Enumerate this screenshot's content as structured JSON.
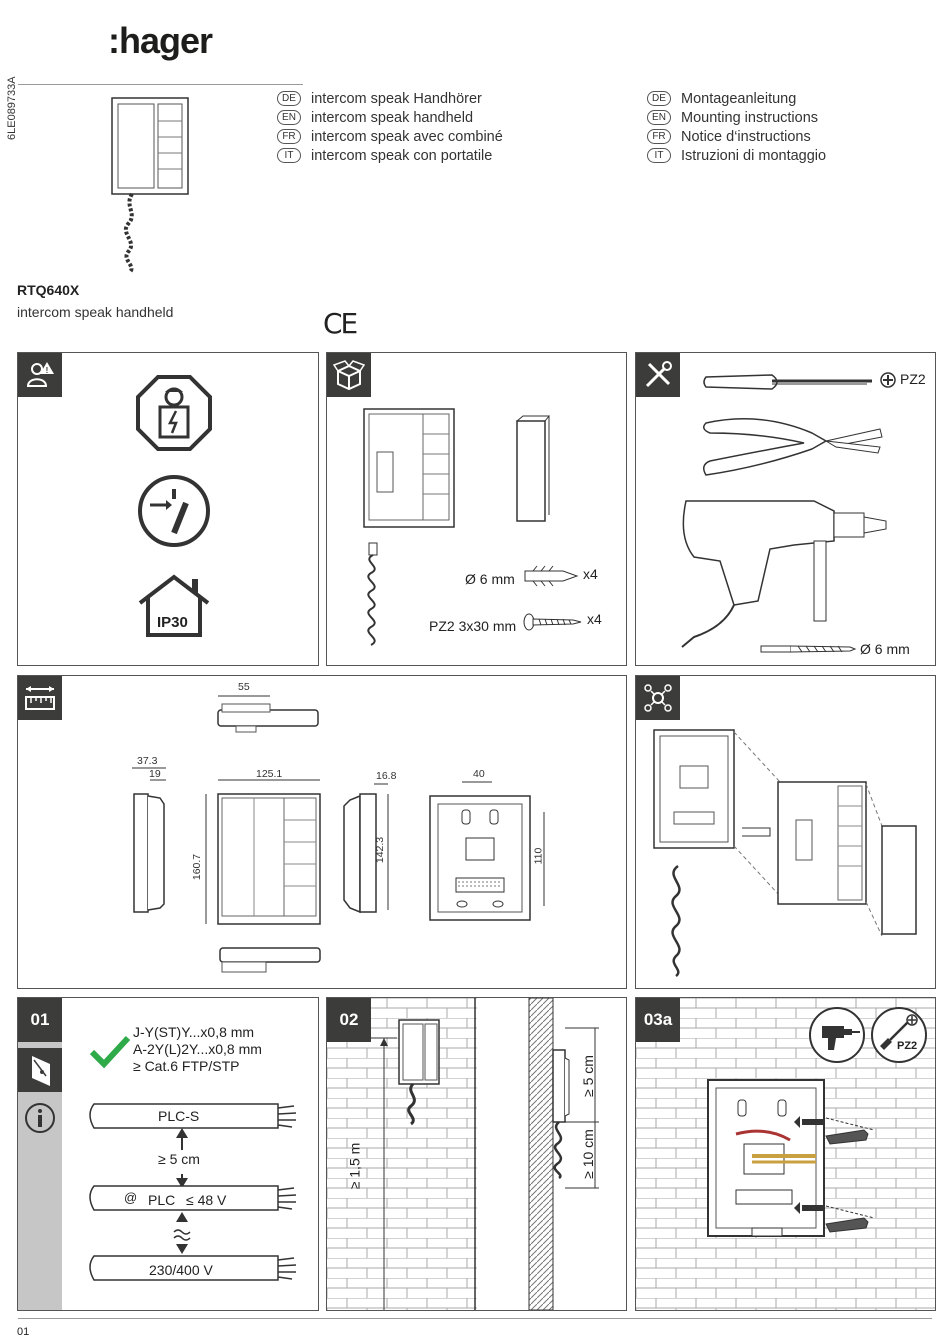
{
  "brand": ":hager",
  "doc_number": "6LE089733A",
  "product_titles": [
    {
      "lang": "DE",
      "text": "intercom speak Handhörer"
    },
    {
      "lang": "EN",
      "text": "intercom speak handheld"
    },
    {
      "lang": "FR",
      "text": "intercom speak avec combiné"
    },
    {
      "lang": "IT",
      "text": "intercom speak con portatile"
    }
  ],
  "instruction_titles": [
    {
      "lang": "DE",
      "text": "Montageanleitung"
    },
    {
      "lang": "EN",
      "text": "Mounting instructions"
    },
    {
      "lang": "FR",
      "text": "Notice d‘instructions"
    },
    {
      "lang": "IT",
      "text": "Istruzioni di montaggio"
    }
  ],
  "model": "RTQ640X",
  "model_subtitle": "intercom speak handheld",
  "ce_mark": "CE",
  "safety": {
    "ip_rating": "IP30"
  },
  "package": {
    "anchor_label": "Ø 6 mm",
    "anchor_qty": "x4",
    "screw_label": "PZ2 3x30 mm",
    "screw_qty": "x4"
  },
  "tools": {
    "screwdriver_label": "PZ2",
    "drillbit_label": "Ø 6 mm"
  },
  "dimensions": {
    "top_width": "55",
    "side_depth_total": "37.3",
    "side_depth_body": "19",
    "front_width": "125.1",
    "front_height": "160.7",
    "side2_depth": "16.8",
    "side2_height": "142.3",
    "plate_hole_spacing": "40",
    "plate_hole_height": "110"
  },
  "step01": {
    "number": "01",
    "cable_1": "J-Y(ST)Y...x0,8 mm",
    "cable_2": "A-2Y(L)2Y...x0,8 mm",
    "cable_3": "≥ Cat.6 FTP/STP",
    "line1": "PLC-S",
    "gap": "≥ 5 cm",
    "line2_prefix": "@",
    "line2": "PLC",
    "line2_voltage": "≤ 48 V",
    "line3": "230/400 V"
  },
  "step02": {
    "number": "02",
    "height": "≥ 1,5 m",
    "top_gap": "≥ 5 cm",
    "side_gap": "≥ 10 cm"
  },
  "step03a": {
    "number": "03a",
    "screwdriver": "PZ2"
  },
  "page": "01"
}
